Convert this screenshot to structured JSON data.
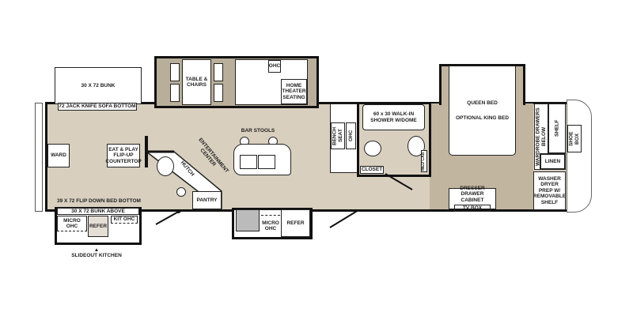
{
  "colors": {
    "floor": "#d8cfbf",
    "bedroom": "#c2b59f",
    "slide": "#b9ae9a",
    "wall": "#111111"
  },
  "labels": {
    "bunk_top": "30 X 72 BUNK",
    "jack_knife": "72 JACK KNIFE SOFA BOTTOM",
    "ward": "WARD",
    "eat_play": "EAT & PLAY FLIP-UP COUNTERTOP",
    "flip_down": "39 X 72 FLIP DOWN BED BOTTOM",
    "bunk_above": "30 X 72 BUNK ABOVE",
    "micro_ohc_left": "MICRO OHC",
    "refer_left": "REFER",
    "kit_ohc": "KIT OHC",
    "slideout_kitchen": "SLIDEOUT KITCHEN",
    "table_chairs": "TABLE & CHAIRS",
    "ohc_top": "OHC",
    "home_theater": "HOME THEATER SEATING",
    "bar_stools": "BAR STOOLS",
    "entertainment": "ENTERTAINMENT CENTER",
    "hutch": "HUTCH",
    "pantry": "PANTRY",
    "micro_ohc": "MICRO OHC",
    "refer": "REFER",
    "bench_seat": "BENCH SEAT",
    "ohc_bench": "OHC",
    "shower": "60 x 30 WALK-IN SHOWER W/DOME",
    "closet": "CLOSET",
    "med_cab": "MED CAB",
    "queen_bed": "QUEEN BED",
    "king_bed": "OPTIONAL KING BED",
    "dresser": "DRESSER DRAWER CABINET",
    "tv_box": "TV BOX",
    "wardrobe": "WARDROBE DRAWERS BELOW",
    "shelf": "SHELF",
    "shoe_box": "SHOE BOX",
    "linen": "LINEN",
    "washer": "WASHER DRYER PREP W/ REMOVABLE SHELF"
  }
}
